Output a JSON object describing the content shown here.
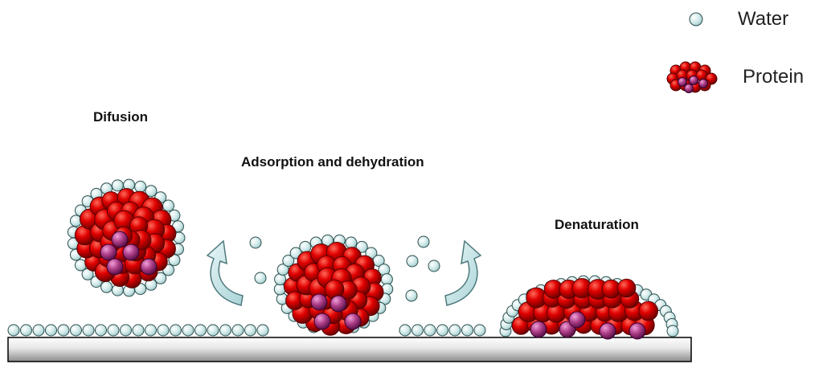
{
  "legend": {
    "water_label": "Water",
    "protein_label": "Protein"
  },
  "stages": {
    "diffusion": "Difusion",
    "adsorption": "Adsorption and dehydration",
    "denaturation": "Denaturation"
  },
  "colors": {
    "water_fill": "#c8e6e6",
    "water_stroke": "#2f4f4f",
    "protein_red": "#e00000",
    "protein_dark": "#7a0000",
    "protein_purple": "#b0408a",
    "surface_light": "#f2f2f2",
    "surface_dark": "#9a9a9a",
    "arrow_fill": "#c5e3e6"
  }
}
